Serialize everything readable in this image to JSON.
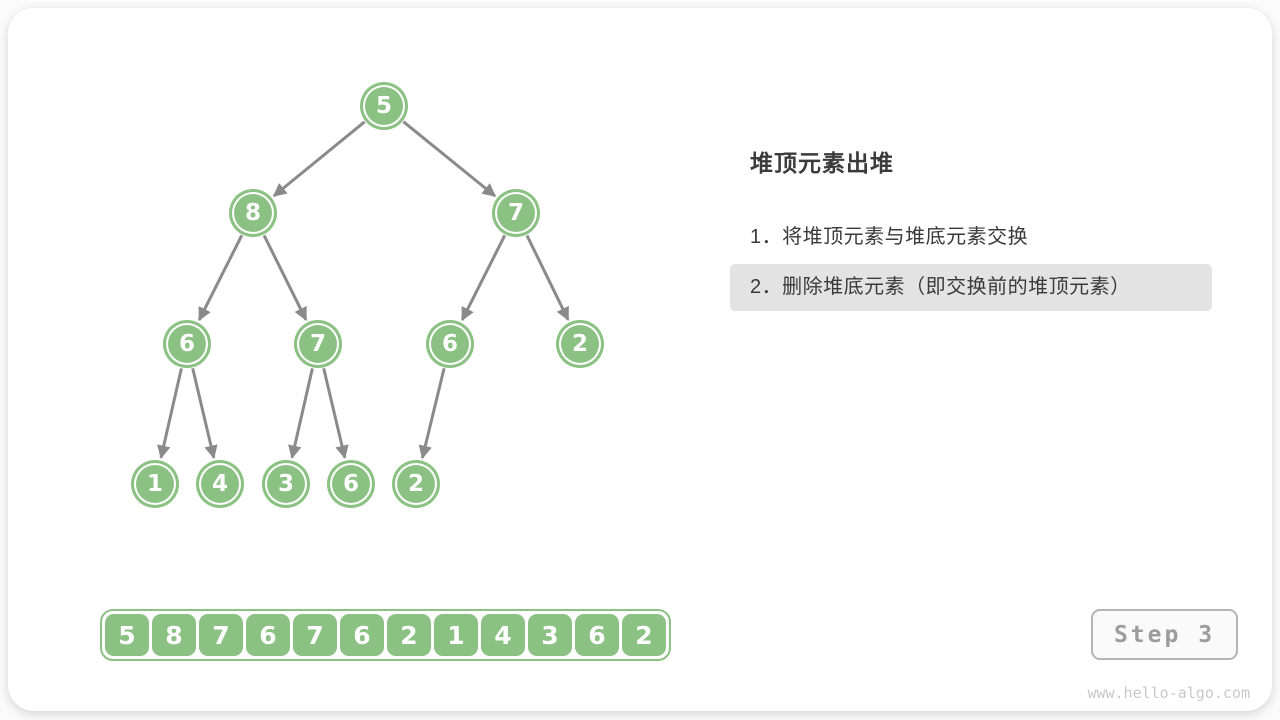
{
  "panel": {
    "title": "堆顶元素出堆",
    "steps": [
      {
        "text": "1．将堆顶元素与堆底元素交换",
        "highlighted": false
      },
      {
        "text": "2．删除堆底元素（即交换前的堆顶元素）",
        "highlighted": true
      }
    ]
  },
  "tree": {
    "nodes": [
      {
        "value": "5"
      },
      {
        "value": "8"
      },
      {
        "value": "7"
      },
      {
        "value": "6"
      },
      {
        "value": "7"
      },
      {
        "value": "6"
      },
      {
        "value": "2"
      },
      {
        "value": "1"
      },
      {
        "value": "4"
      },
      {
        "value": "3"
      },
      {
        "value": "6"
      },
      {
        "value": "2"
      }
    ],
    "edges": [
      [
        "5",
        "8"
      ],
      [
        "5",
        "7"
      ],
      [
        "8",
        "6"
      ],
      [
        "8",
        "7"
      ],
      [
        "7",
        "6"
      ],
      [
        "7",
        "2"
      ],
      [
        "6",
        "1"
      ],
      [
        "6",
        "4"
      ],
      [
        "7",
        "3"
      ],
      [
        "7",
        "6"
      ],
      [
        "6",
        "2"
      ]
    ]
  },
  "array": {
    "values": [
      "5",
      "8",
      "7",
      "6",
      "7",
      "6",
      "2",
      "1",
      "4",
      "3",
      "6",
      "2"
    ]
  },
  "badge": {
    "label": "Step 3"
  },
  "watermark": {
    "text": "www.hello-algo.com"
  },
  "colors": {
    "node_green": "#8CC184",
    "edge_gray": "#8A8A8A",
    "highlight_bg": "#E3E3E3",
    "badge_text": "#9C9C9C"
  }
}
